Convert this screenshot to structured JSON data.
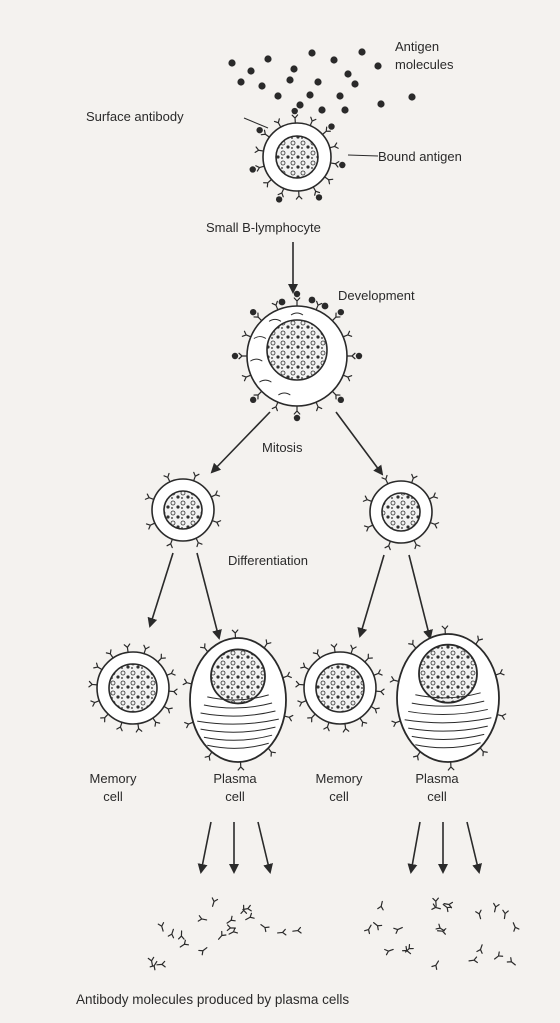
{
  "labels": {
    "antigen_molecules": "Antigen\nmolecules",
    "antigen_line1": "Antigen",
    "antigen_line2": "molecules",
    "surface_antibody": "Surface antibody",
    "bound_antigen": "Bound antigen",
    "small_b_lymphocyte": "Small B-lymphocyte",
    "development": "Development",
    "mitosis": "Mitosis",
    "differentiation": "Differentiation",
    "memory_cell_left_1": "Memory",
    "memory_cell_left_2": "cell",
    "plasma_cell_left_1": "Plasma",
    "plasma_cell_left_2": "cell",
    "memory_cell_right_1": "Memory",
    "memory_cell_right_2": "cell",
    "plasma_cell_right_1": "Plasma",
    "plasma_cell_right_2": "cell",
    "caption": "Antibody molecules produced by plasma cells"
  },
  "colors": {
    "ink": "#2a2a2a",
    "background": "#f4f2ef",
    "cell_fill": "#ffffff"
  }
}
